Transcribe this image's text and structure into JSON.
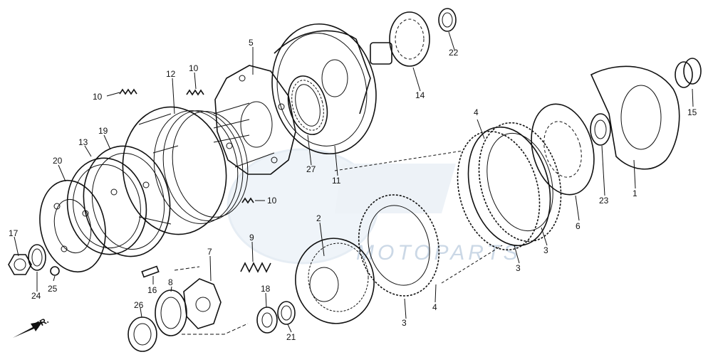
{
  "watermark": {
    "text": "MOTOPARTS",
    "color": "#cbd8e6"
  },
  "direction_label": "FR.",
  "callouts": {
    "p1": "1",
    "p2": "2",
    "p3a": "3",
    "p3b": "3",
    "p3c": "3",
    "p4a": "4",
    "p4b": "4",
    "p5": "5",
    "p6": "6",
    "p7": "7",
    "p8": "8",
    "p9": "9",
    "p10a": "10",
    "p10b": "10",
    "p10c": "10",
    "p11": "11",
    "p12": "12",
    "p13": "13",
    "p14": "14",
    "p15": "15",
    "p16": "16",
    "p17": "17",
    "p18": "18",
    "p19": "19",
    "p20": "20",
    "p21": "21",
    "p22": "22",
    "p23": "23",
    "p24": "24",
    "p25": "25",
    "p26": "26",
    "p27": "27"
  }
}
